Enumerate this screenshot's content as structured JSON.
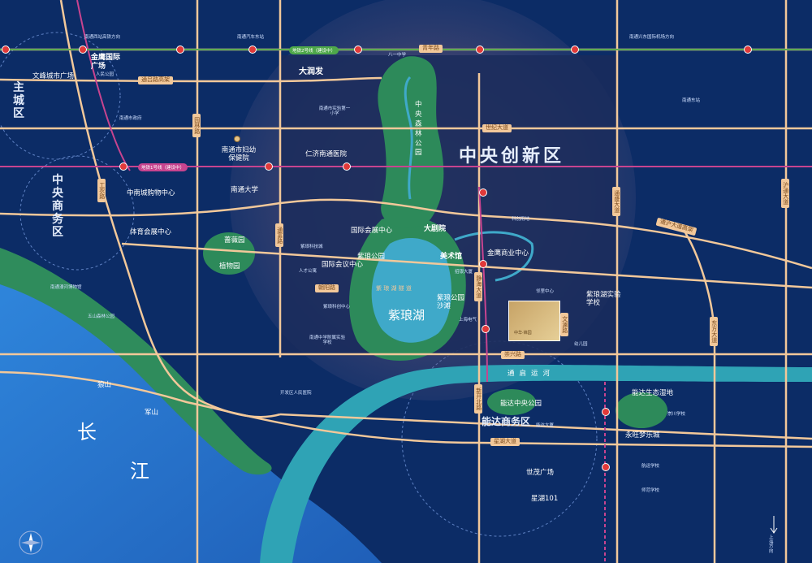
{
  "colors": {
    "background": "#0c2c66",
    "road": "#f2c89a",
    "metro_line_1": "#c8448f",
    "metro_line_2": "#4ea84a",
    "yangtze": "#2a74d0",
    "canal": "#2fa3b5",
    "lake": "#3fa9c9",
    "green_park": "#2d8a5a",
    "landmark_marker": "#e13a3a"
  },
  "districts": {
    "zhucheng": "主城区",
    "zhongyang_shangwu": "中央商务区",
    "zhongyang_chuangxin": "中央创新区",
    "nengda_shangwu": "能达商务区"
  },
  "water": {
    "yangtze_1": "长",
    "yangtze_2": "江",
    "zilang_lake": "紫琅湖",
    "tongqi_canal": "通启运河",
    "central_forest_park": "中央森林公园"
  },
  "roads": {
    "qingnian": "青年路",
    "tonglv_elevated": "通吕路高架",
    "shiji": "世纪大道",
    "tongsheng": "通盛大道",
    "hudu": "沪通大道",
    "yuanlin": "园林路",
    "gongnong": "工农路",
    "tongfu": "通富路",
    "zhaoyang": "朝阳路",
    "jinghai": "静海大道",
    "wenlan": "文澜路",
    "chongxing": "崇兴路",
    "xinkai_north": "新开北路",
    "xinghu": "星湖大道",
    "dongfang": "东方大道",
    "tongshen_expressway": "通沪大道高架",
    "jiyi_tunnel": "紫 琅 湖 隧 道"
  },
  "metro": {
    "line1": "地铁1号线（建设中）",
    "line2": "地铁2号线（建设中）"
  },
  "stations": {
    "nantong_west": "南通西站高铁方向",
    "nantong_bus": "南通汽车东站",
    "nantong_east": "南通东站",
    "tonghu_hsr": "南通兴东国际机场方向",
    "shanghai": "上海方向"
  },
  "pois": {
    "jinying": "金鹰国际广场",
    "wenfeng": "文峰城市广场",
    "renmin_park": "人民公园",
    "city_hospital": "南通市妇幼保健院",
    "city_gov": "南通市政府",
    "tongzhou": "南通大学",
    "zhongnan": "中南城购物中心",
    "sports_center": "体育会展中心",
    "dadongfa": "大润发",
    "bayi_school": "八一中学",
    "renji_hospital": "仁济南通医院",
    "first_school": "南通市实验第一小学",
    "conference": "国际会展中心",
    "gongyuan_park": "紫琅公园",
    "convention": "国际会议中心",
    "grand_theatre": "大剧院",
    "art_museum": "美术馆",
    "jinying_center": "金鹰商业中心",
    "science_city": "紫琅科技城",
    "zilang_shatan": "紫琅公园沙滩",
    "shanghai_electric": "上海电气",
    "bangzhong": "邻里中心",
    "zilang_school": "紫琅湖实验学校",
    "kindergarten": "幼儿园",
    "science_center": "紫琅科创中心",
    "huangjin_center": "招银大厦",
    "nantong_middle": "南通中学附属实验学校",
    "rencai": "人才公寓",
    "technology_center": "科创用地",
    "juyuan": "蔷薇园",
    "plant_garden": "植物园",
    "wulan_forest": "五山森林公园",
    "nantong_museum": "南通濠河博物馆",
    "langshan": "狼山",
    "junshan": "军山",
    "nengda_park": "能达中央公园",
    "nengda_ecology": "能达生态湿地",
    "yongwang": "永旺梦乐城",
    "shimao": "世茂广场",
    "xinghu101": "星湖101",
    "nengda_tower": "能达大厦",
    "kaifa_hospital": "开发区人民医院",
    "hanglan_school": "航运学校",
    "teachers_school": "师范学校",
    "yuanshi_school": "崇川学校",
    "project": "中华·锦园"
  }
}
